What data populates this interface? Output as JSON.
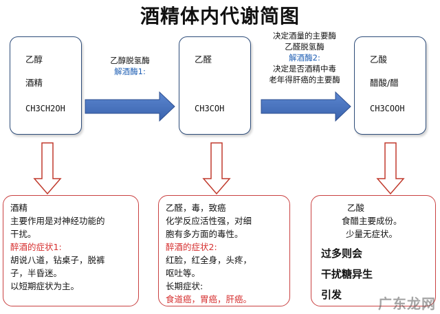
{
  "title": "酒精体内代谢简图",
  "compounds": [
    {
      "name": "乙醇",
      "alias": "酒精",
      "formula": "CH3CH2OH"
    },
    {
      "name": "乙醛",
      "formula": "CH3COH"
    },
    {
      "name": "乙酸",
      "alias": "醋酸/醋",
      "formula": "CH3COOH"
    }
  ],
  "enzymes": [
    {
      "name": "乙醇脱氢酶",
      "label": "解酒酶1:"
    },
    {
      "pre": "决定酒量的主要酶",
      "name": "乙醛脱氢酶",
      "label": "解酒酶2:",
      "note1": "决定是否酒精中毒",
      "note2": "老年得肝癌的主要酶"
    }
  ],
  "effects": [
    {
      "title": "酒精",
      "desc1": "主要作用是对神经功能的",
      "desc2": "干扰。",
      "symptom_label": "醉酒的症状1:",
      "symptom1": "胡说八道，钻桌子，脱裤",
      "symptom2": "子，半昏迷。",
      "tail": "以短期症状为主。"
    },
    {
      "title": "乙醛，毒，致癌",
      "desc1": "化学反应活性强，对细",
      "desc2": "胞有多方面的毒性。",
      "symptom_label": "醉酒的症状2:",
      "symptom1": "红脸，红全身，头疼，",
      "symptom2": "呕吐等。",
      "long_label": "长期症状:",
      "long_value": "食道癌，胃癌，肝癌。"
    },
    {
      "title": "乙酸",
      "desc1": "食醋主要成份。",
      "desc2": "少量无症状。",
      "big1": "过多则会",
      "big2": "干扰糖异生",
      "big3": "引发"
    }
  ],
  "watermark": "广东龙网",
  "colors": {
    "arrow_blue": "#4472c4",
    "arrow_red": "#c0392b",
    "box_border": "#2b4a78",
    "red_text": "#d63030",
    "blue_text": "#1f5fb4"
  }
}
